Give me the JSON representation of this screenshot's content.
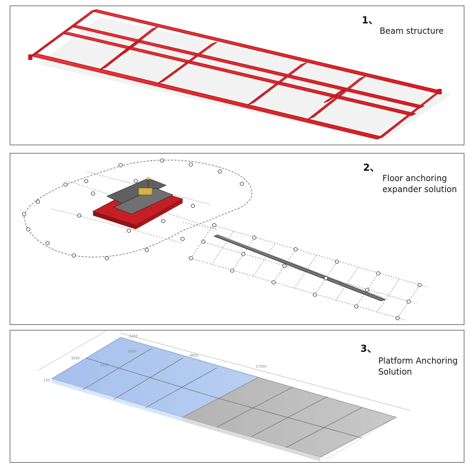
{
  "panels": [
    {
      "number": "1、",
      "caption_lines": [
        "Beam structure"
      ]
    },
    {
      "number": "2、",
      "caption_lines": [
        "Floor anchoring",
        "expander solution"
      ]
    },
    {
      "number": "3、",
      "caption_lines": [
        "Platform Anchoring",
        "Solution"
      ]
    }
  ],
  "dimensions": {
    "width_left": "3000",
    "inner": "1000",
    "top_a": "2200",
    "top_b": "1000",
    "top_c": "4800",
    "overall": "17000",
    "height": "150"
  },
  "colors": {
    "beam_red": "#e8242a",
    "beam_dark": "#a8161b",
    "platform_blue": "#a9c4ee",
    "platform_grey": "#bcbcbc",
    "frame_border": "#6e6e6e"
  },
  "icons": {
    "anchor": "anchor-bolt-icon",
    "machine": "expander-machine-icon"
  }
}
